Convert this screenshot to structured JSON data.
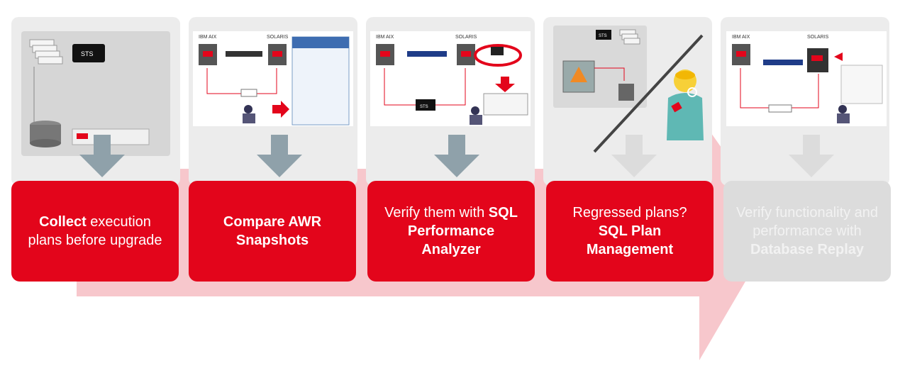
{
  "steps": [
    {
      "part1_bold": "Collect",
      "part2": " execution plans before upgrade",
      "state": "active"
    },
    {
      "part1_bold": "Compare AWR Snapshots",
      "part2": "",
      "state": "active"
    },
    {
      "part1": "Verify them with ",
      "part2_bold": "SQL Performance Analyzer",
      "state": "active"
    },
    {
      "line1": "Regressed plans?",
      "line2_bold": "SQL Plan Management",
      "state": "active"
    },
    {
      "part1": "Verify functionality and performance with ",
      "part2_bold": "Database Replay",
      "state": "inactive"
    }
  ],
  "thumbs": {
    "t1": {
      "sts_label": "STS"
    },
    "t2": {
      "left_os": "IBM AIX",
      "right_os": "SOLARIS"
    },
    "t3": {
      "left_os": "IBM AIX",
      "right_os": "SOLARIS",
      "sts_label": "STS"
    },
    "t4": {
      "sts_label": "STS"
    },
    "t5": {
      "left_os": "IBM AIX",
      "right_os": "SOLARIS"
    }
  },
  "colors": {
    "brand_red": "#e3051b",
    "arrow_pink": "#f7c7cc",
    "arrow_grey": "#8fa1aa",
    "inactive_grey": "#dcdcdc"
  }
}
